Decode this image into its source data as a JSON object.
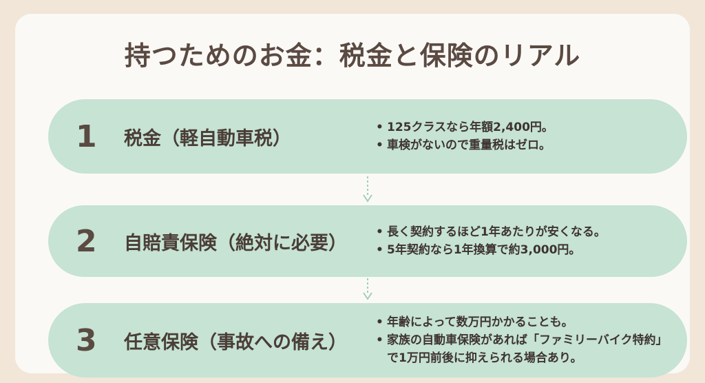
{
  "title": "持つためのお金：税金と保険のリアル",
  "colors": {
    "background": "#f1e6d8",
    "card": "#fbf9f6",
    "step_fill": "#c6e3d3",
    "connector": "#9fcfb7",
    "text": "#5a4a42"
  },
  "steps": [
    {
      "number": "1",
      "label": "税金（軽自動車税）",
      "notes": [
        "125クラスなら年額2,400円。",
        "車検がないので重量税はゼロ。"
      ]
    },
    {
      "number": "2",
      "label": "自賠責保険（絶対に必要）",
      "notes": [
        "長く契約するほど1年あたりが安くなる。",
        "5年契約なら1年換算で約3,000円。"
      ]
    },
    {
      "number": "3",
      "label": "任意保険（事故への備え）",
      "notes": [
        "年齢によって数万円かかることも。",
        "家族の自動車保険があれば「ファミリーバイク特約」で1万円前後に抑えられる場合あり。"
      ]
    }
  ]
}
